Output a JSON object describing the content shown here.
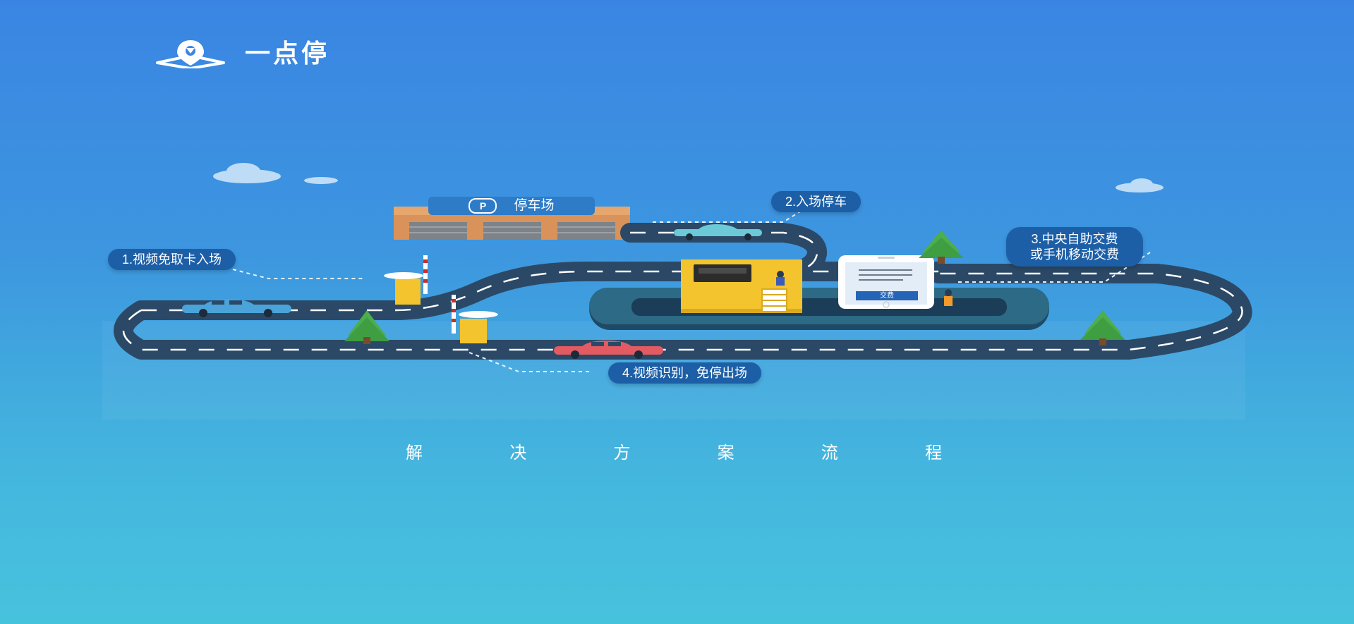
{
  "brand": {
    "name": "一点停",
    "logo_icon": "map-pin-logo-icon"
  },
  "parking_lot": {
    "label": "停车场",
    "sign_icon": "P"
  },
  "steps": [
    {
      "label": "1.视频免取卡入场"
    },
    {
      "label": "2.入场停车"
    },
    {
      "label_lines": [
        "3.中央自助交费",
        "或手机移动交费"
      ]
    },
    {
      "label": "4.视频识别，免停出场"
    }
  ],
  "phone": {
    "button_label": "交费"
  },
  "footer": {
    "title_chars": [
      "解",
      "决",
      "方",
      "案",
      "流",
      "程"
    ]
  },
  "colors": {
    "road": "#2b4966",
    "pill": "#1d5fa6",
    "kiosk": "#f3c42e",
    "building": "#d9925a"
  }
}
